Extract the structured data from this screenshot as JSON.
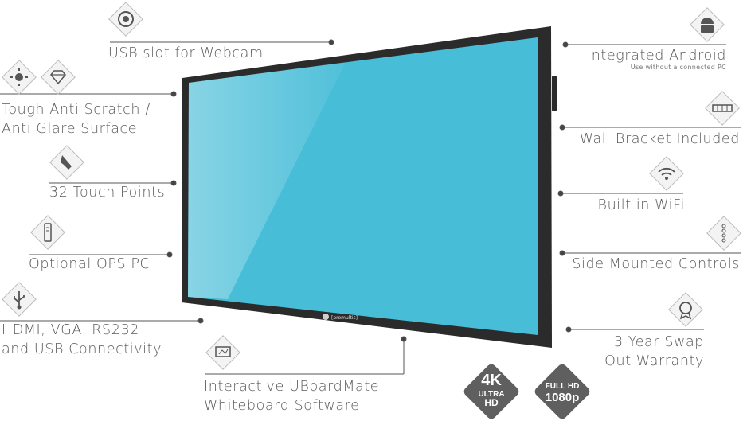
{
  "features": {
    "webcam": "USB slot for Webcam",
    "scratch_line1": "Tough Anti Scratch /",
    "scratch_line2": "Anti Glare Surface",
    "touch": "32 Touch Points",
    "ops": "Optional OPS PC",
    "conn_line1": "HDMI, VGA, RS232",
    "conn_line2": "and USB Connectivity",
    "whiteboard_line1": "Interactive UBoardMate",
    "whiteboard_line2": "Whiteboard Software",
    "android": "Integrated Android",
    "android_sub": "Use without a connected PC",
    "bracket": "Wall Bracket Included",
    "wifi": "Built in WiFi",
    "controls": "Side Mounted Controls",
    "warranty_line1": "3 Year Swap",
    "warranty_line2": "Out Warranty"
  },
  "badges": {
    "uhd_line1": "4K",
    "uhd_line2": "ULTRA",
    "uhd_line3": "HD",
    "fhd_line1": "FULL HD",
    "fhd_line2": "1080p"
  },
  "brand": "[promultis]",
  "colors": {
    "screen": "#47bdd7",
    "bezel": "#2b2b2b",
    "badge": "#5f5f5f",
    "text": "#5a5a5a"
  },
  "icons": [
    "webcam-icon",
    "sun-icon",
    "diamond-icon",
    "touch-hand-icon",
    "ops-pc-icon",
    "usb-icon",
    "whiteboard-icon",
    "android-icon",
    "wall-bracket-icon",
    "wifi-icon",
    "side-controls-icon",
    "warranty-seal-icon"
  ]
}
